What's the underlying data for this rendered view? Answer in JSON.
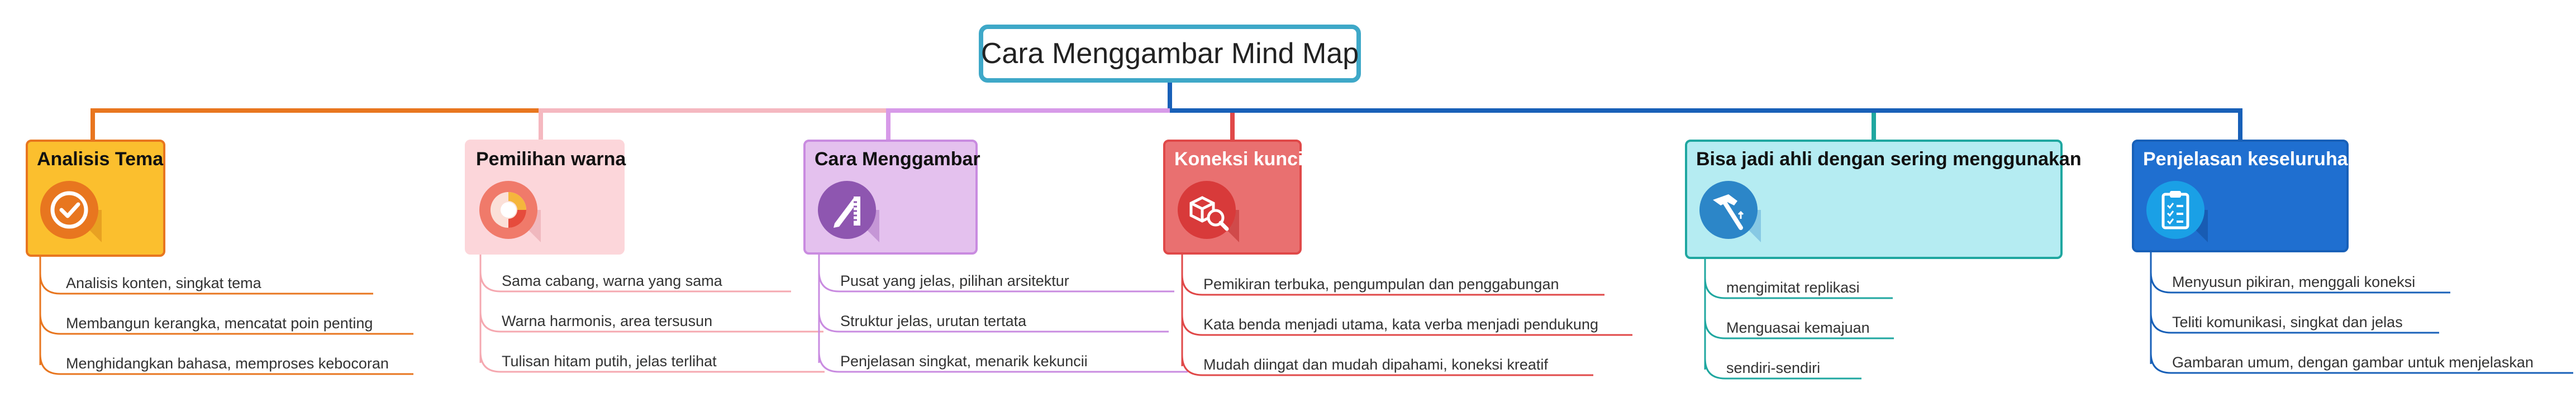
{
  "root": {
    "title": "Cara Menggambar Mind Map"
  },
  "branches": [
    {
      "title": "Analisis Tema",
      "icon": "checkmark-icon",
      "color": "#e8761f",
      "fill": "#fbbf2e",
      "items": [
        "Analisis konten, singkat tema",
        "Membangun kerangka, mencatat poin penting",
        "Menghidangkan bahasa, memproses kebocoran"
      ]
    },
    {
      "title": "Pemilihan warna",
      "icon": "color-wheel-icon",
      "color": "#f5a8b0",
      "fill": "#fcd6da",
      "items": [
        "Sama cabang, warna yang sama",
        "Warna harmonis, area tersusun",
        "Tulisan hitam putih, jelas terlihat"
      ]
    },
    {
      "title": "Cara Menggambar",
      "icon": "pencil-ruler-icon",
      "color": "#c98be0",
      "fill": "#e4c1ee",
      "items": [
        "Pusat yang jelas, pilihan arsitektur",
        "Struktur jelas, urutan tertata",
        "Penjelasan singkat, menarik kekuncii"
      ]
    },
    {
      "title": "Koneksi kunci",
      "icon": "cube-magnifier-icon",
      "color": "#e04848",
      "fill": "#e97070",
      "items": [
        "Pemikiran terbuka, pengumpulan dan penggabungan",
        "Kata benda menjadi utama, kata verba menjadi pendukung",
        "Mudah diingat dan mudah dipahami, koneksi kreatif"
      ]
    },
    {
      "title": "Bisa jadi ahli dengan sering menggunakan",
      "icon": "hammer-icon",
      "color": "#1fa7a0",
      "fill": "#b5ecf2",
      "items": [
        "mengimitat replikasi",
        "Menguasai kemajuan",
        "sendiri-sendiri"
      ]
    },
    {
      "title": "Penjelasan keseluruhan",
      "icon": "clipboard-checklist-icon",
      "color": "#1860b8",
      "fill": "#1f6fd0",
      "items": [
        "Menyusun pikiran, menggali koneksi",
        "Teliti komunikasi, singkat dan jelas",
        "Gambaran umum, dengan gambar untuk menjelaskan"
      ]
    }
  ]
}
